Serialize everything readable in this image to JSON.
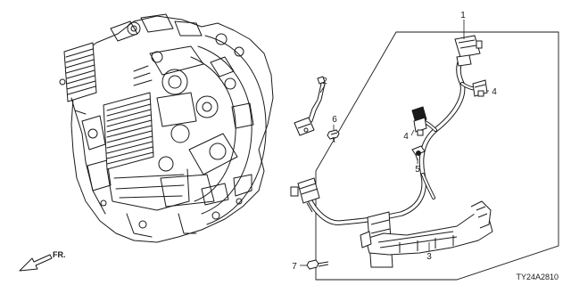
{
  "diagram": {
    "callouts": {
      "c1": "1",
      "c2": "2",
      "c3": "3",
      "c4a": "4",
      "c4b": "4",
      "c5": "5",
      "c6": "6",
      "c7": "7"
    },
    "direction_label": "FR.",
    "diagram_code": "TY24A2810"
  }
}
